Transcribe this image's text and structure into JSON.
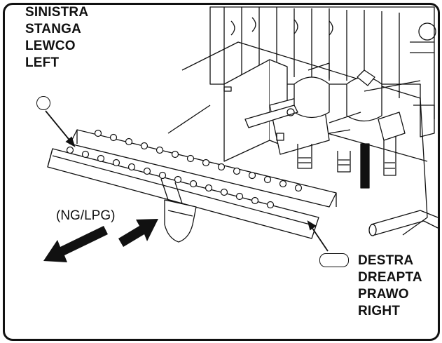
{
  "left_label": {
    "lines": [
      "SINISTRA",
      "STANGA",
      "LEWCO",
      "LEFT"
    ]
  },
  "right_label": {
    "lines": [
      "DESTRA",
      "DREAPTA",
      "PRAWO",
      "RIGHT"
    ]
  },
  "gas_label": "(NG/LPG)",
  "colors": {
    "ink": "#111111",
    "background": "#ffffff"
  }
}
